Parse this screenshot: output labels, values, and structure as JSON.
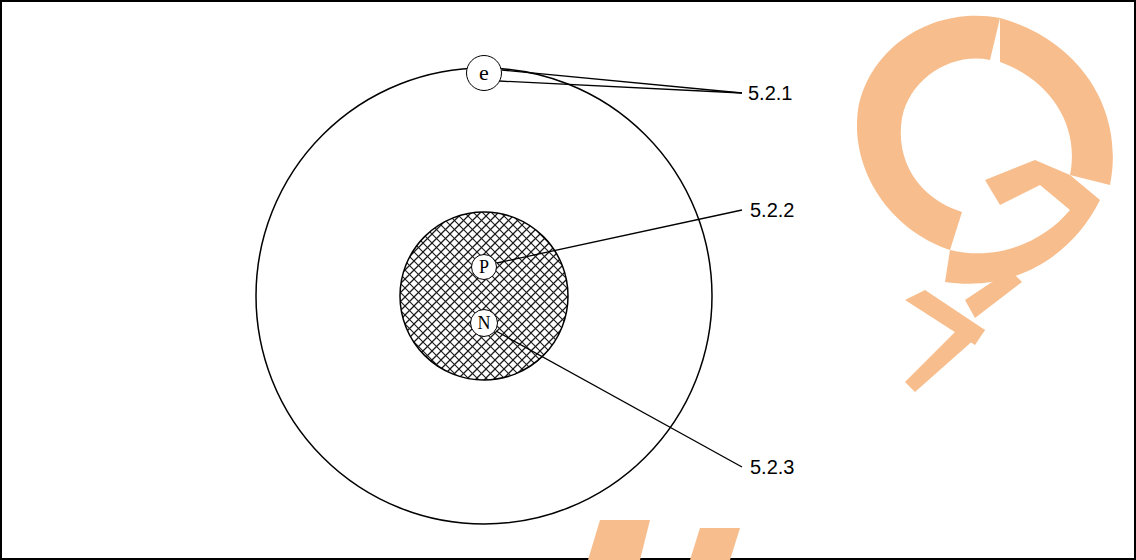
{
  "diagram": {
    "nodes": [
      {
        "text": [
          "e"
        ]
      },
      {
        "text": [
          "P"
        ]
      },
      {
        "text": [
          "N"
        ]
      }
    ],
    "labels": [
      "5.2.1",
      "5.2.2",
      "5.2.3"
    ]
  }
}
